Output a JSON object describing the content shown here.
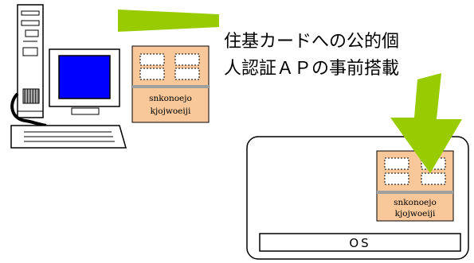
{
  "caption": {
    "line1": "住基カードへの公的個",
    "line2": "人認証ＡＰの事前搭載"
  },
  "left_card": {
    "text1": "snkonoejo",
    "text2": "kjojwoeiji"
  },
  "right_card": {
    "text1": "snkonoejo",
    "text2": "kjojwoeiji"
  },
  "os_label": "OS",
  "colors": {
    "card_fill": "#f8c89a",
    "arrow_green": "#99cc00",
    "screen_blue": "#0000ff",
    "divider_gray": "#a0a0a0"
  }
}
